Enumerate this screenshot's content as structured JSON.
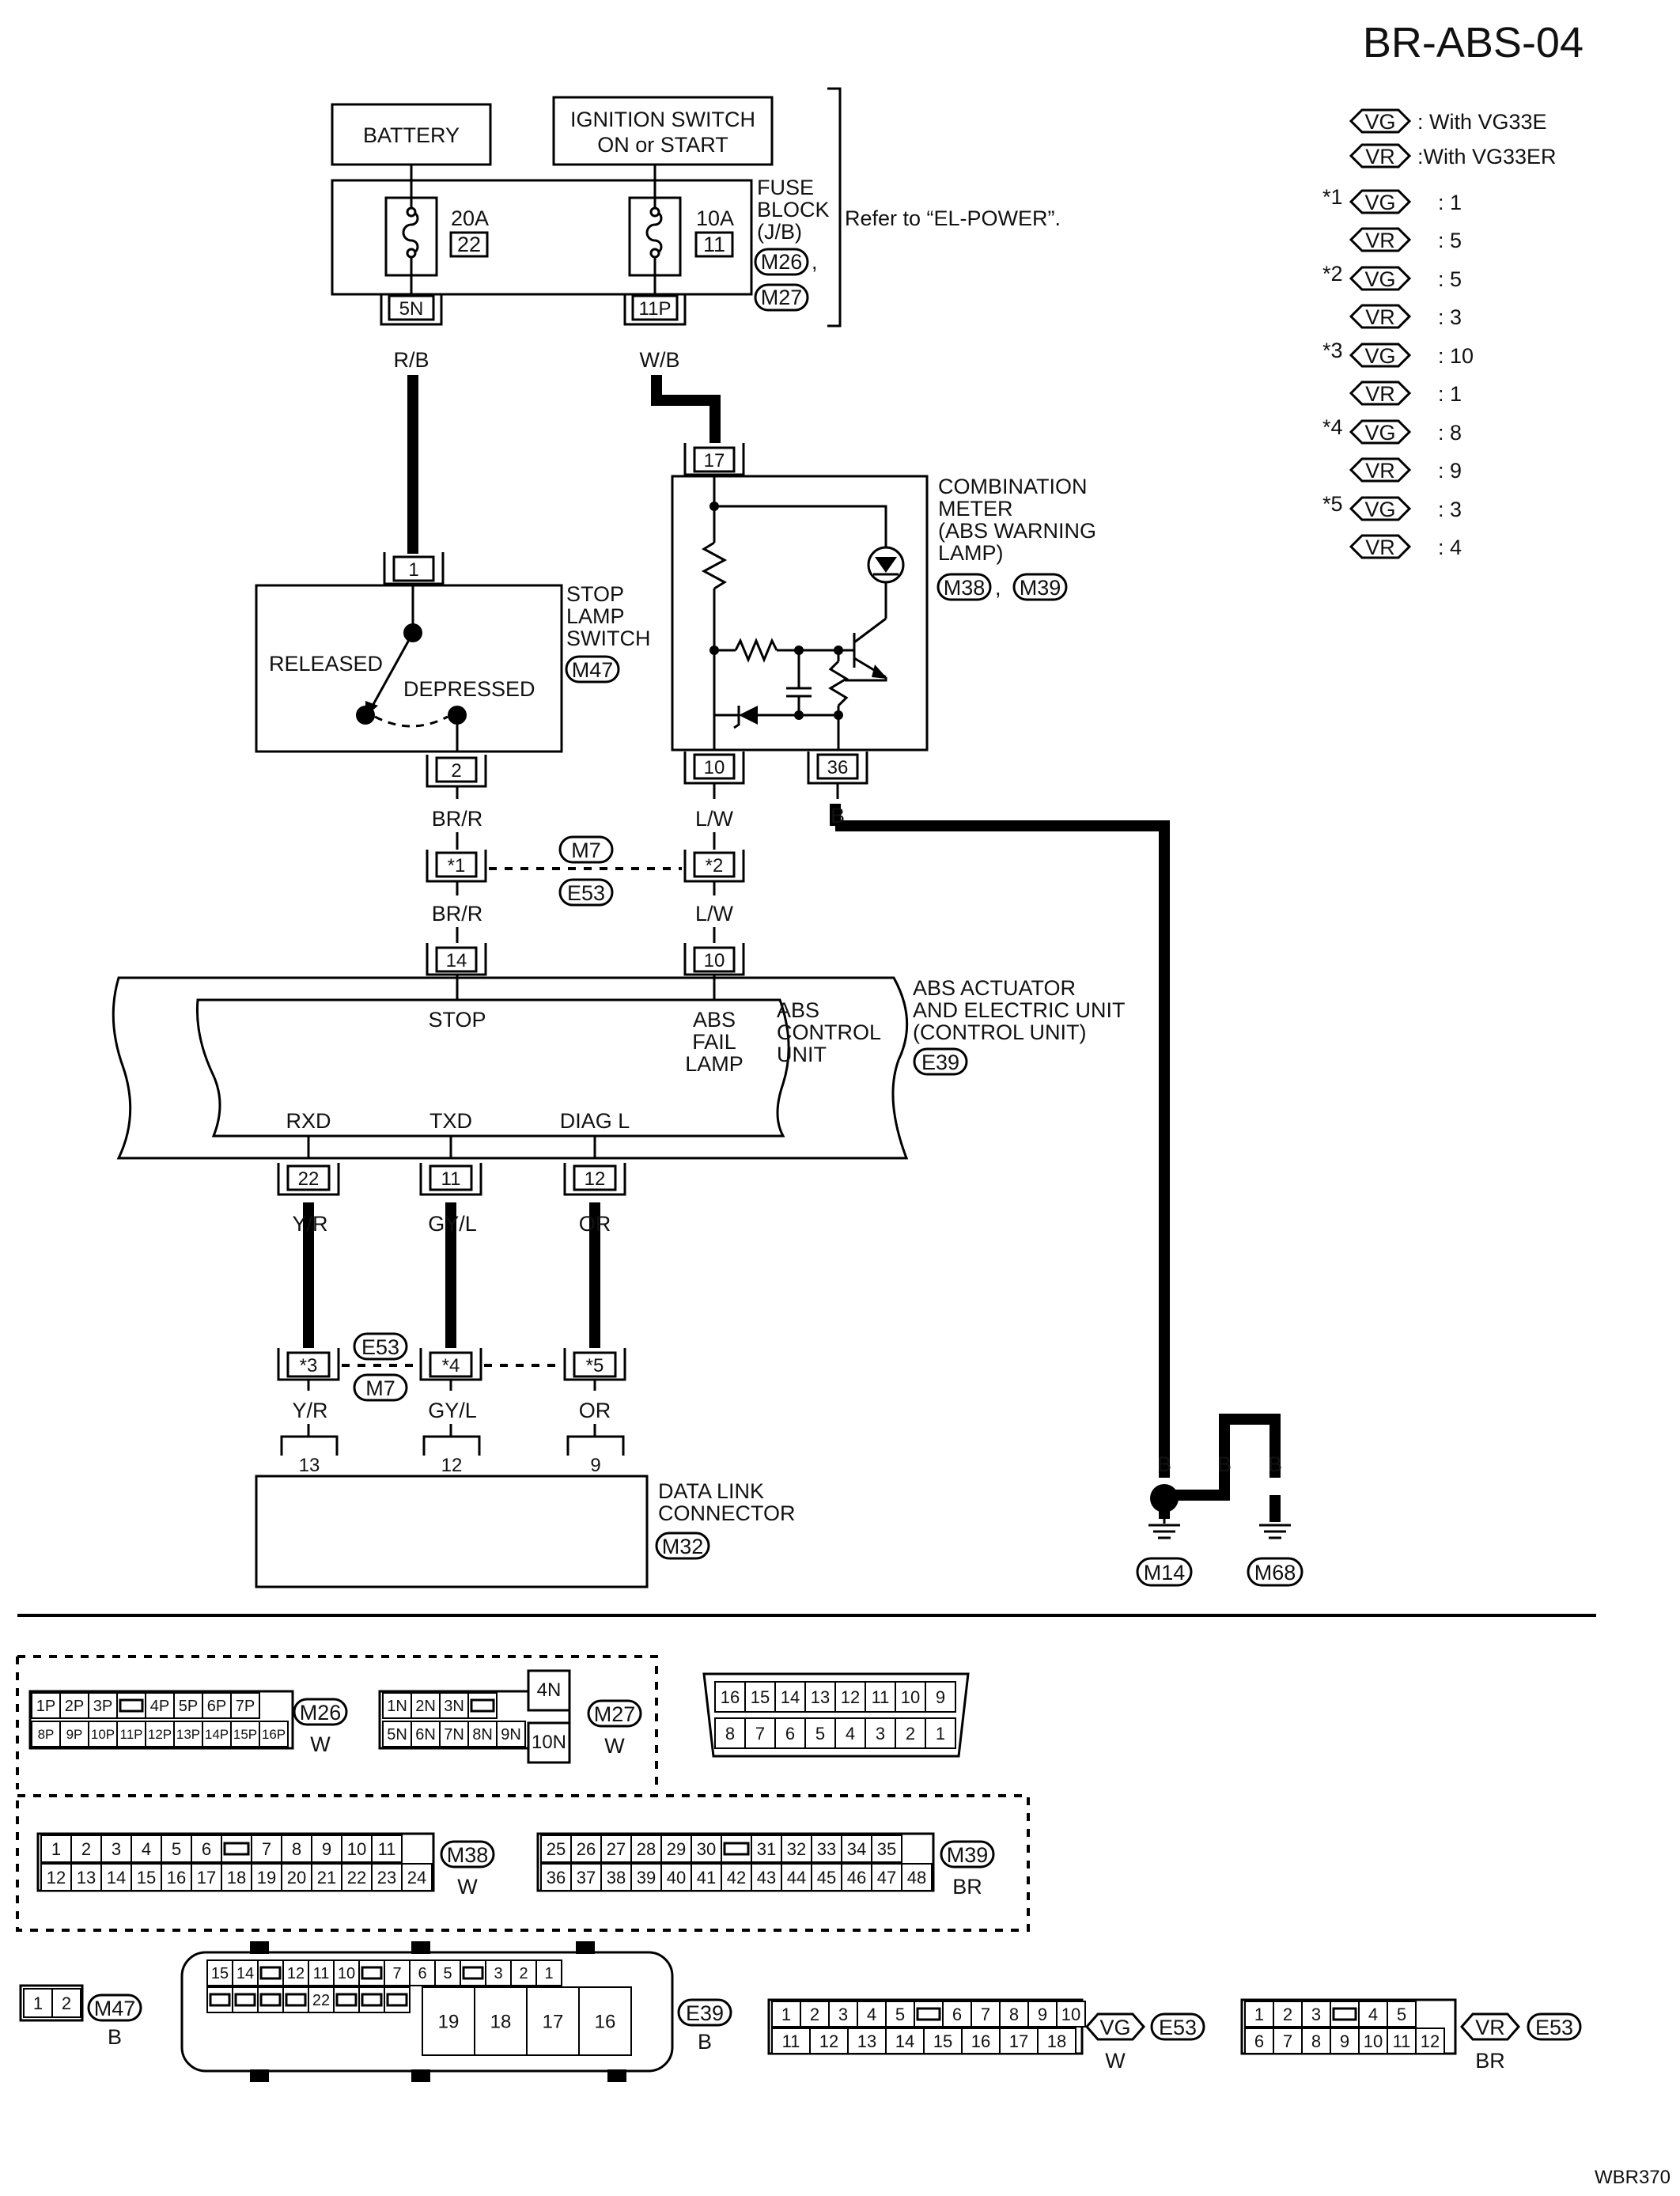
{
  "page": {
    "code": "BR-ABS-04",
    "figure_id": "WBR370"
  },
  "legend": {
    "vg_tag": "VG",
    "vr_tag": "VR",
    "vg_text": ": With VG33E",
    "vr_text": ":With VG33ER",
    "entries": [
      {
        "star": "*1",
        "vg": ": 1",
        "vr": ": 5"
      },
      {
        "star": "*2",
        "vg": ": 5",
        "vr": ": 3"
      },
      {
        "star": "*3",
        "vg": ": 10",
        "vr": ": 1"
      },
      {
        "star": "*4",
        "vg": ": 8",
        "vr": ": 9"
      },
      {
        "star": "*5",
        "vg": ": 3",
        "vr": ": 4"
      }
    ]
  },
  "battery": "BATTERY",
  "ignition": {
    "line1": "IGNITION SWITCH",
    "line2": "ON or START"
  },
  "fuse_block": {
    "lines": [
      "FUSE",
      "BLOCK",
      "(J/B)"
    ],
    "conn1": "M26",
    "conn2": "M27",
    "comma": ",",
    "refer": "Refer to “EL-POWER”.",
    "fuse1": {
      "amp": "20A",
      "num": "22",
      "term": "5N",
      "wire": "R/B"
    },
    "fuse2": {
      "amp": "10A",
      "num": "11",
      "term": "11P",
      "wire": "W/B"
    }
  },
  "stop_switch": {
    "lines": [
      "STOP",
      "LAMP",
      "SWITCH"
    ],
    "conn": "M47",
    "released": "RELEASED",
    "depressed": "DEPRESSED",
    "term_in": "1",
    "term_out": "2"
  },
  "meter": {
    "lines": [
      "COMBINATION",
      "METER",
      "(ABS WARNING",
      "LAMP)"
    ],
    "conn1": "M38",
    "conn2": "M39",
    "comma": ",",
    "term_in": "17",
    "term_out1": "10",
    "term_out2": "36"
  },
  "wires": {
    "br_r": "BR/R",
    "l_w": "L/W",
    "b": "B",
    "y_r": "Y/R",
    "gy_l": "GY/L",
    "or": "OR"
  },
  "joint1": {
    "star1": "*1",
    "star2": "*2",
    "conn_top": "M7",
    "conn_bot": "E53"
  },
  "joint2": {
    "star3": "*3",
    "star4": "*4",
    "star5": "*5",
    "conn_top": "E53",
    "conn_bot": "M7"
  },
  "abs": {
    "inner_lines": [
      "ABS",
      "CONTROL",
      "UNIT"
    ],
    "outer_lines": [
      "ABS ACTUATOR",
      "AND ELECTRIC UNIT",
      "(CONTROL UNIT)"
    ],
    "conn": "E39",
    "stop": "STOP",
    "fail_lines": [
      "ABS",
      "FAIL",
      "LAMP"
    ],
    "rxd": "RXD",
    "txd": "TXD",
    "diag": "DIAG L",
    "t_stop": "14",
    "t_fail": "10",
    "t_rxd": "22",
    "t_txd": "11",
    "t_diag": "12"
  },
  "dlc": {
    "lines": [
      "DATA LINK",
      "CONNECTOR"
    ],
    "conn": "M32",
    "t1": "13",
    "t2": "12",
    "t3": "9"
  },
  "grounds": {
    "g1": "M14",
    "g2": "M68"
  },
  "connectors": {
    "m26": {
      "row1": [
        "1P",
        "2P",
        "3P",
        "",
        "4P",
        "5P",
        "6P",
        "7P"
      ],
      "row2": [
        "8P",
        "9P",
        "10P",
        "11P",
        "12P",
        "13P",
        "14P",
        "15P",
        "16P"
      ],
      "id": "M26",
      "color": "W"
    },
    "m27": {
      "row1": [
        "1N",
        "2N",
        "3N",
        ""
      ],
      "row2": [
        "5N",
        "6N",
        "7N",
        "8N",
        "9N"
      ],
      "side": [
        "4N",
        "10N"
      ],
      "id": "M27",
      "color": "W"
    },
    "dlc": {
      "row1": [
        "16",
        "15",
        "14",
        "13",
        "12",
        "11",
        "10",
        "9"
      ],
      "row2": [
        "8",
        "7",
        "6",
        "5",
        "4",
        "3",
        "2",
        "1"
      ]
    },
    "m38": {
      "row1": [
        "1",
        "2",
        "3",
        "4",
        "5",
        "6",
        "",
        "7",
        "8",
        "9",
        "10",
        "11"
      ],
      "row2": [
        "12",
        "13",
        "14",
        "15",
        "16",
        "17",
        "18",
        "19",
        "20",
        "21",
        "22",
        "23",
        "24"
      ],
      "id": "M38",
      "color": "W"
    },
    "m39": {
      "row1": [
        "25",
        "26",
        "27",
        "28",
        "29",
        "30",
        "",
        "31",
        "32",
        "33",
        "34",
        "35"
      ],
      "row2": [
        "36",
        "37",
        "38",
        "39",
        "40",
        "41",
        "42",
        "43",
        "44",
        "45",
        "46",
        "47",
        "48"
      ],
      "id": "M39",
      "color": "BR"
    },
    "m47": {
      "row1": [
        "1",
        "2"
      ],
      "id": "M47",
      "color": "B"
    },
    "e39": {
      "top": [
        "15",
        "14",
        "",
        "12",
        "11",
        "10",
        "",
        "7",
        "6",
        "5",
        "",
        "3",
        "2",
        "1"
      ],
      "mid": "22",
      "big": [
        "19",
        "18",
        "17",
        "16"
      ],
      "id": "E39",
      "color": "B"
    },
    "e53a": {
      "row1": [
        "1",
        "2",
        "3",
        "4",
        "5",
        "",
        "6",
        "7",
        "8",
        "9",
        "10"
      ],
      "row2": [
        "11",
        "12",
        "13",
        "14",
        "15",
        "16",
        "17",
        "18"
      ],
      "tag": "VG",
      "id": "E53",
      "color": "W"
    },
    "e53b": {
      "row1": [
        "1",
        "2",
        "3",
        "",
        "4",
        "5"
      ],
      "row2": [
        "6",
        "7",
        "8",
        "9",
        "10",
        "11",
        "12"
      ],
      "tag": "VR",
      "id": "E53",
      "color": "BR"
    }
  }
}
